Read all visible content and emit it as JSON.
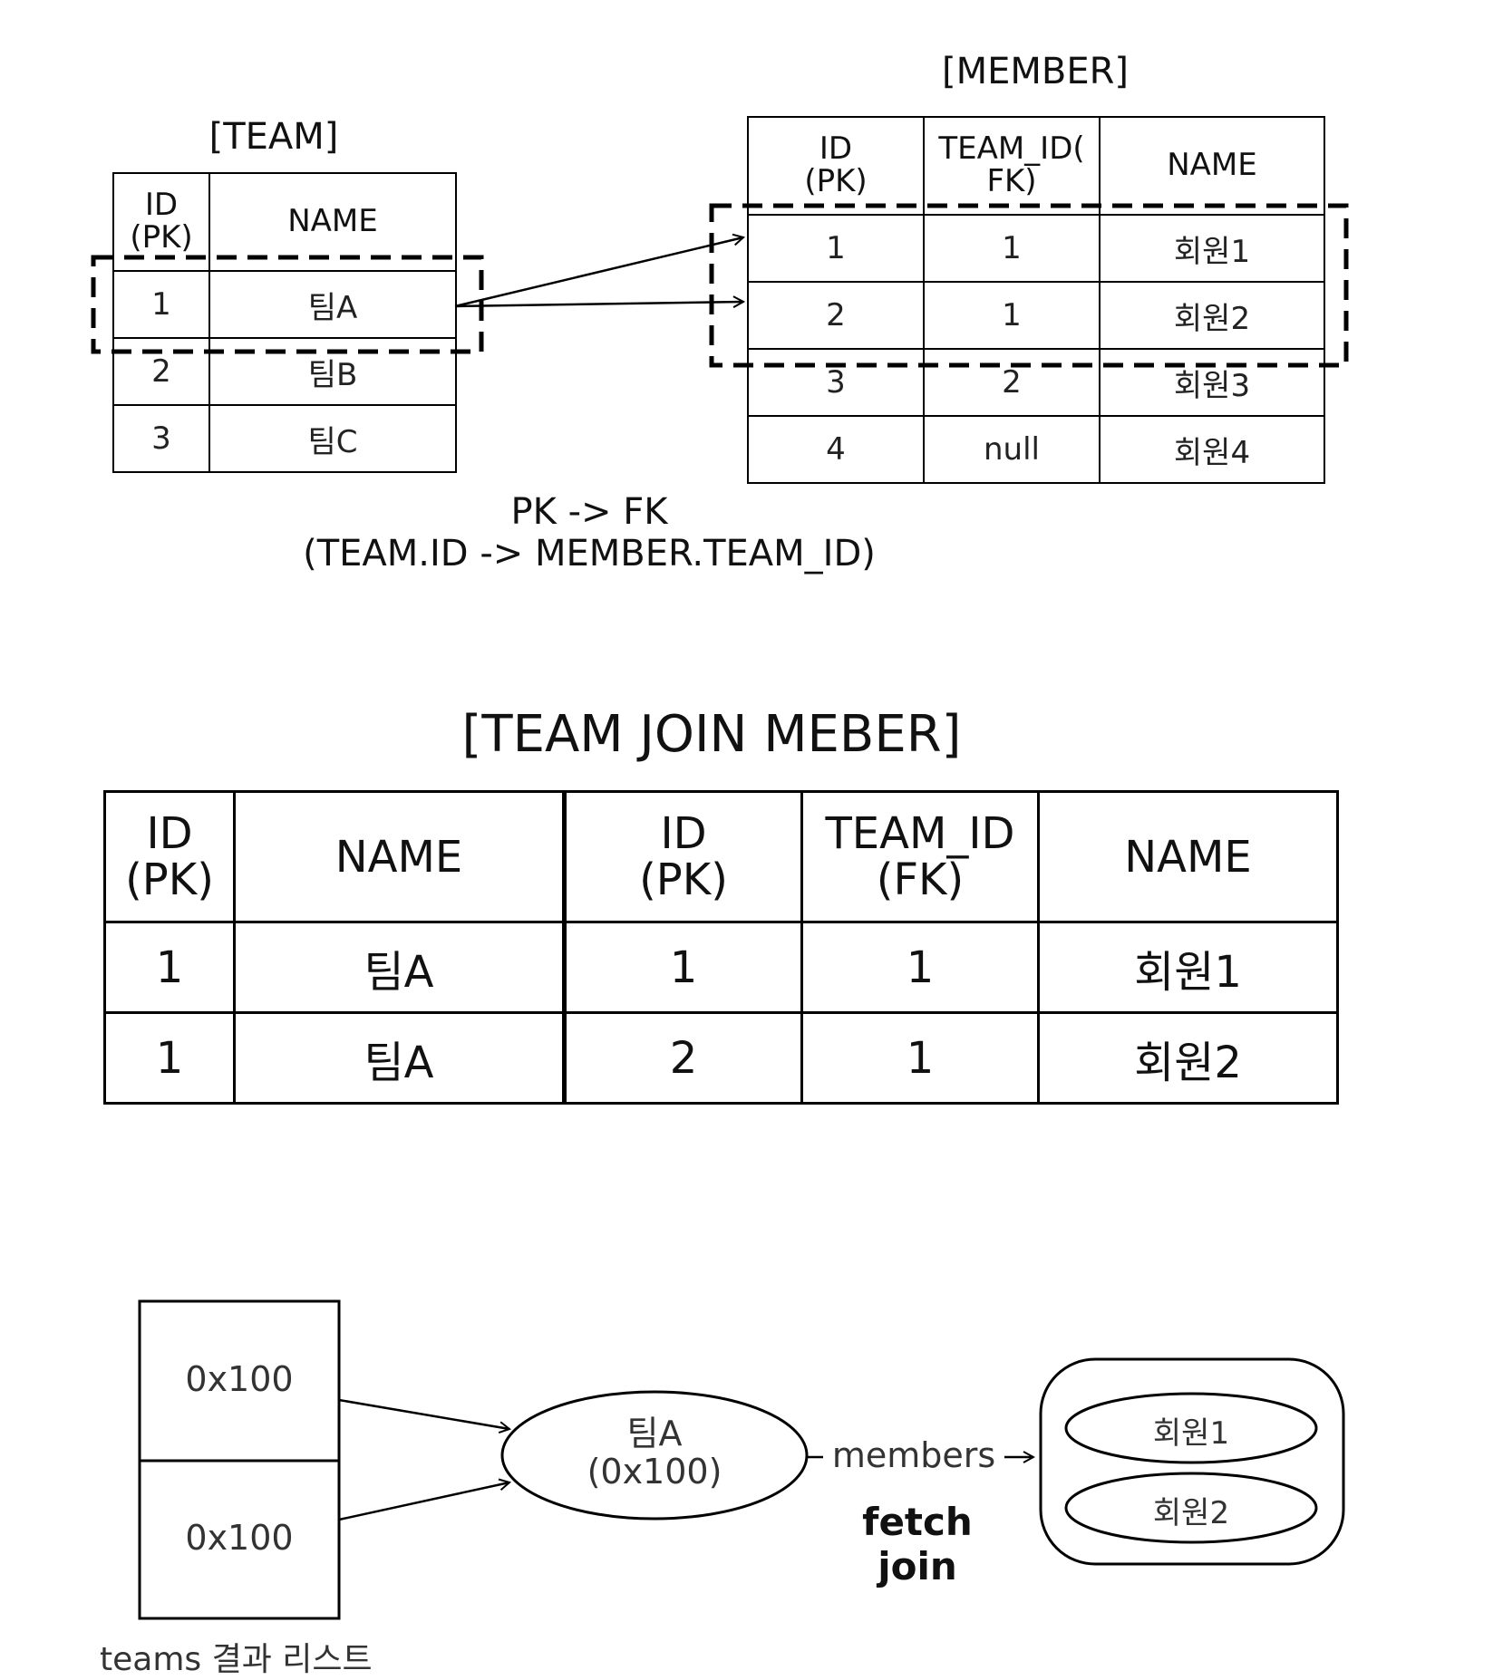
{
  "team": {
    "title": "[TEAM]",
    "headers": [
      "ID\n(PK)",
      "NAME"
    ],
    "rows": [
      [
        "1",
        "팀A"
      ],
      [
        "2",
        "팀B"
      ],
      [
        "3",
        "팀C"
      ]
    ]
  },
  "member": {
    "title": "[MEMBER]",
    "headers": [
      "ID\n(PK)",
      "TEAM_ID(\nFK)",
      "NAME"
    ],
    "rows": [
      [
        "1",
        "1",
        "회원1"
      ],
      [
        "2",
        "1",
        "회원2"
      ],
      [
        "3",
        "2",
        "회원3"
      ],
      [
        "4",
        "null",
        "회원4"
      ]
    ]
  },
  "relation": {
    "line1": "PK -> FK",
    "line2": "(TEAM.ID -> MEMBER.TEAM_ID)"
  },
  "join": {
    "title": "[TEAM JOIN MEBER]",
    "headers": [
      "ID\n(PK)",
      "NAME",
      "ID\n(PK)",
      "TEAM_ID\n(FK)",
      "NAME"
    ],
    "rows": [
      [
        "1",
        "팀A",
        "1",
        "1",
        "회원1"
      ],
      [
        "1",
        "팀A",
        "2",
        "1",
        "회원2"
      ]
    ]
  },
  "memory": {
    "list_cells": [
      "0x100",
      "0x100"
    ],
    "list_caption": "teams 결과 리스트",
    "team_object": "팀A\n(0x100)",
    "members_label": "members",
    "fetch_label": "fetch join",
    "collection_items": [
      "회원1",
      "회원2"
    ]
  }
}
